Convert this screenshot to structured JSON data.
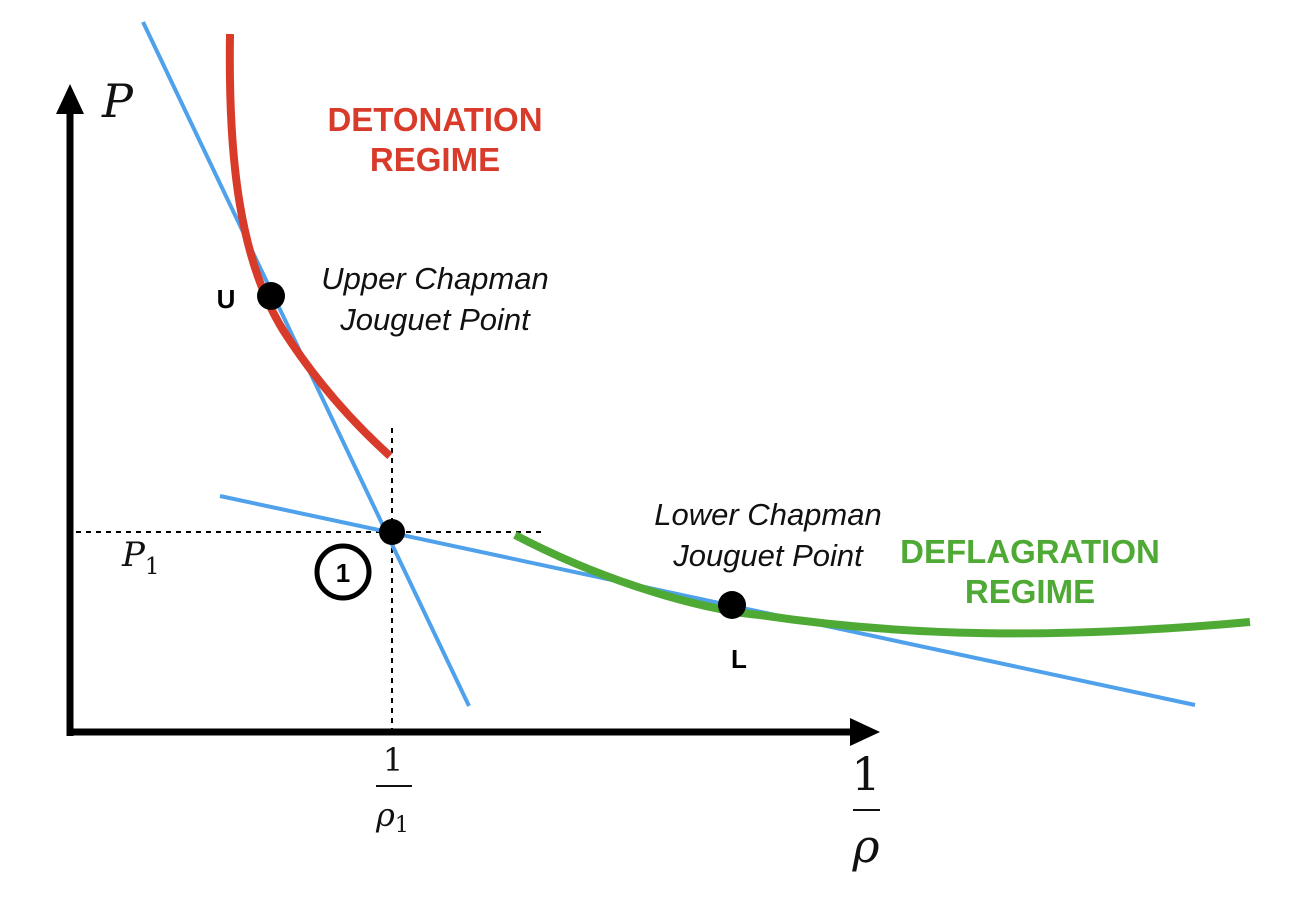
{
  "colors": {
    "detonation": "#d93b2b",
    "deflagration": "#4faa35",
    "rayleigh": "#4ea1ea",
    "axis": "#000000"
  },
  "axes": {
    "y_label": "P",
    "x_label_num": "1",
    "x_label_den": "ρ",
    "p1_label": "P",
    "p1_sub": "1",
    "rho1_num": "1",
    "rho1_den": "ρ",
    "rho1_sub": "1"
  },
  "regimes": {
    "detonation_line1": "DETONATION",
    "detonation_line2": "REGIME",
    "deflagration_line1": "DEFLAGRATION",
    "deflagration_line2": "REGIME"
  },
  "points": {
    "upper_letter": "U",
    "upper_line1": "Upper Chapman",
    "upper_line2": "Jouguet Point",
    "lower_letter": "L",
    "lower_line1": "Lower Chapman",
    "lower_line2": "Jouguet Point",
    "initial_state": "1"
  }
}
